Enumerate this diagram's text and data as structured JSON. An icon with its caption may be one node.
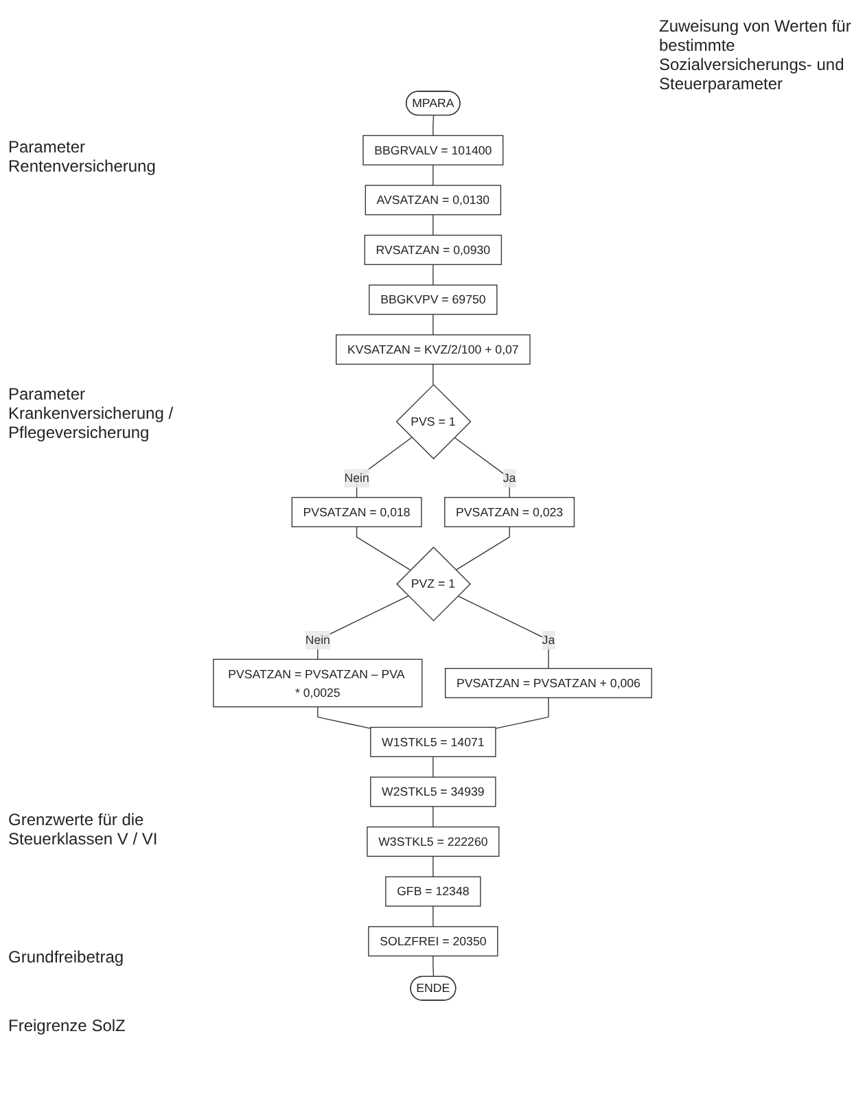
{
  "diagram": {
    "nodes": [
      {
        "text": [
          "MPARA"
        ]
      },
      {
        "text": [
          "BBGRVALV = 101400"
        ]
      },
      {
        "text": [
          "AVSATZAN = 0,0130"
        ]
      },
      {
        "text": [
          "RVSATZAN = 0,0930"
        ]
      },
      {
        "text": [
          "BBGKVPV = 69750"
        ]
      },
      {
        "text": [
          "KVSATZAN = KVZ/2/100 + 0,07"
        ]
      },
      {
        "text": [
          "PVS = 1"
        ]
      },
      {
        "text": [
          "PVSATZAN = 0,018"
        ]
      },
      {
        "text": [
          "PVSATZAN = 0,023"
        ]
      },
      {
        "text": [
          "PVZ = 1"
        ]
      },
      {
        "text": [
          "PVSATZAN = PVSATZAN – PVA * 0,0025"
        ]
      },
      {
        "text": [
          "PVSATZAN = PVSATZAN + 0,006"
        ]
      },
      {
        "text": [
          "W1STKL5 = 14071"
        ]
      },
      {
        "text": [
          "W2STKL5 = 34939"
        ]
      },
      {
        "text": [
          "W3STKL5 = 222260"
        ]
      },
      {
        "text": [
          "GFB = 12348"
        ]
      },
      {
        "text": [
          "SOLZFREI = 20350"
        ]
      },
      {
        "text": [
          "ENDE"
        ]
      }
    ],
    "edges": [
      {
        "from": 0,
        "to": 1,
        "arrow": "none"
      },
      {
        "from": 1,
        "to": 2,
        "arrow": "none"
      },
      {
        "from": 2,
        "to": 3,
        "arrow": "none"
      },
      {
        "from": 3,
        "to": 4,
        "arrow": "none"
      },
      {
        "from": 4,
        "to": 5,
        "arrow": "none"
      },
      {
        "from": 5,
        "to": 6,
        "arrow": "none"
      },
      {
        "from": 6,
        "to": 7,
        "arrow": "none",
        "label": "Nein"
      },
      {
        "from": 6,
        "to": 8,
        "arrow": "none",
        "label": "Ja"
      },
      {
        "from": 7,
        "to": 9,
        "arrow": "none"
      },
      {
        "from": 8,
        "to": 9,
        "arrow": "none"
      },
      {
        "from": 9,
        "to": 10,
        "arrow": "none",
        "label": "Nein"
      },
      {
        "from": 9,
        "to": 11,
        "arrow": "none",
        "label": "Ja"
      },
      {
        "from": 10,
        "to": 12,
        "arrow": "none"
      },
      {
        "from": 11,
        "to": 12,
        "arrow": "none"
      },
      {
        "from": 12,
        "to": 13,
        "arrow": "none"
      },
      {
        "from": 13,
        "to": 14,
        "arrow": "none"
      },
      {
        "from": 14,
        "to": 15,
        "arrow": "none"
      },
      {
        "from": 15,
        "to": 16,
        "arrow": "none"
      },
      {
        "from": 16,
        "to": 17,
        "arrow": "none"
      }
    ],
    "labels": [
      "Zuweisung von Werten für bestimmte Sozialversicherungs- und Steuerparameter",
      "Parameter Rentenversicherung",
      "Parameter Krankenversicherung / Pflegeversicherung",
      "Grenzwerte für die Steuerklassen V / VI",
      "Grundfreibetrag",
      "Freigrenze SolZ"
    ]
  }
}
